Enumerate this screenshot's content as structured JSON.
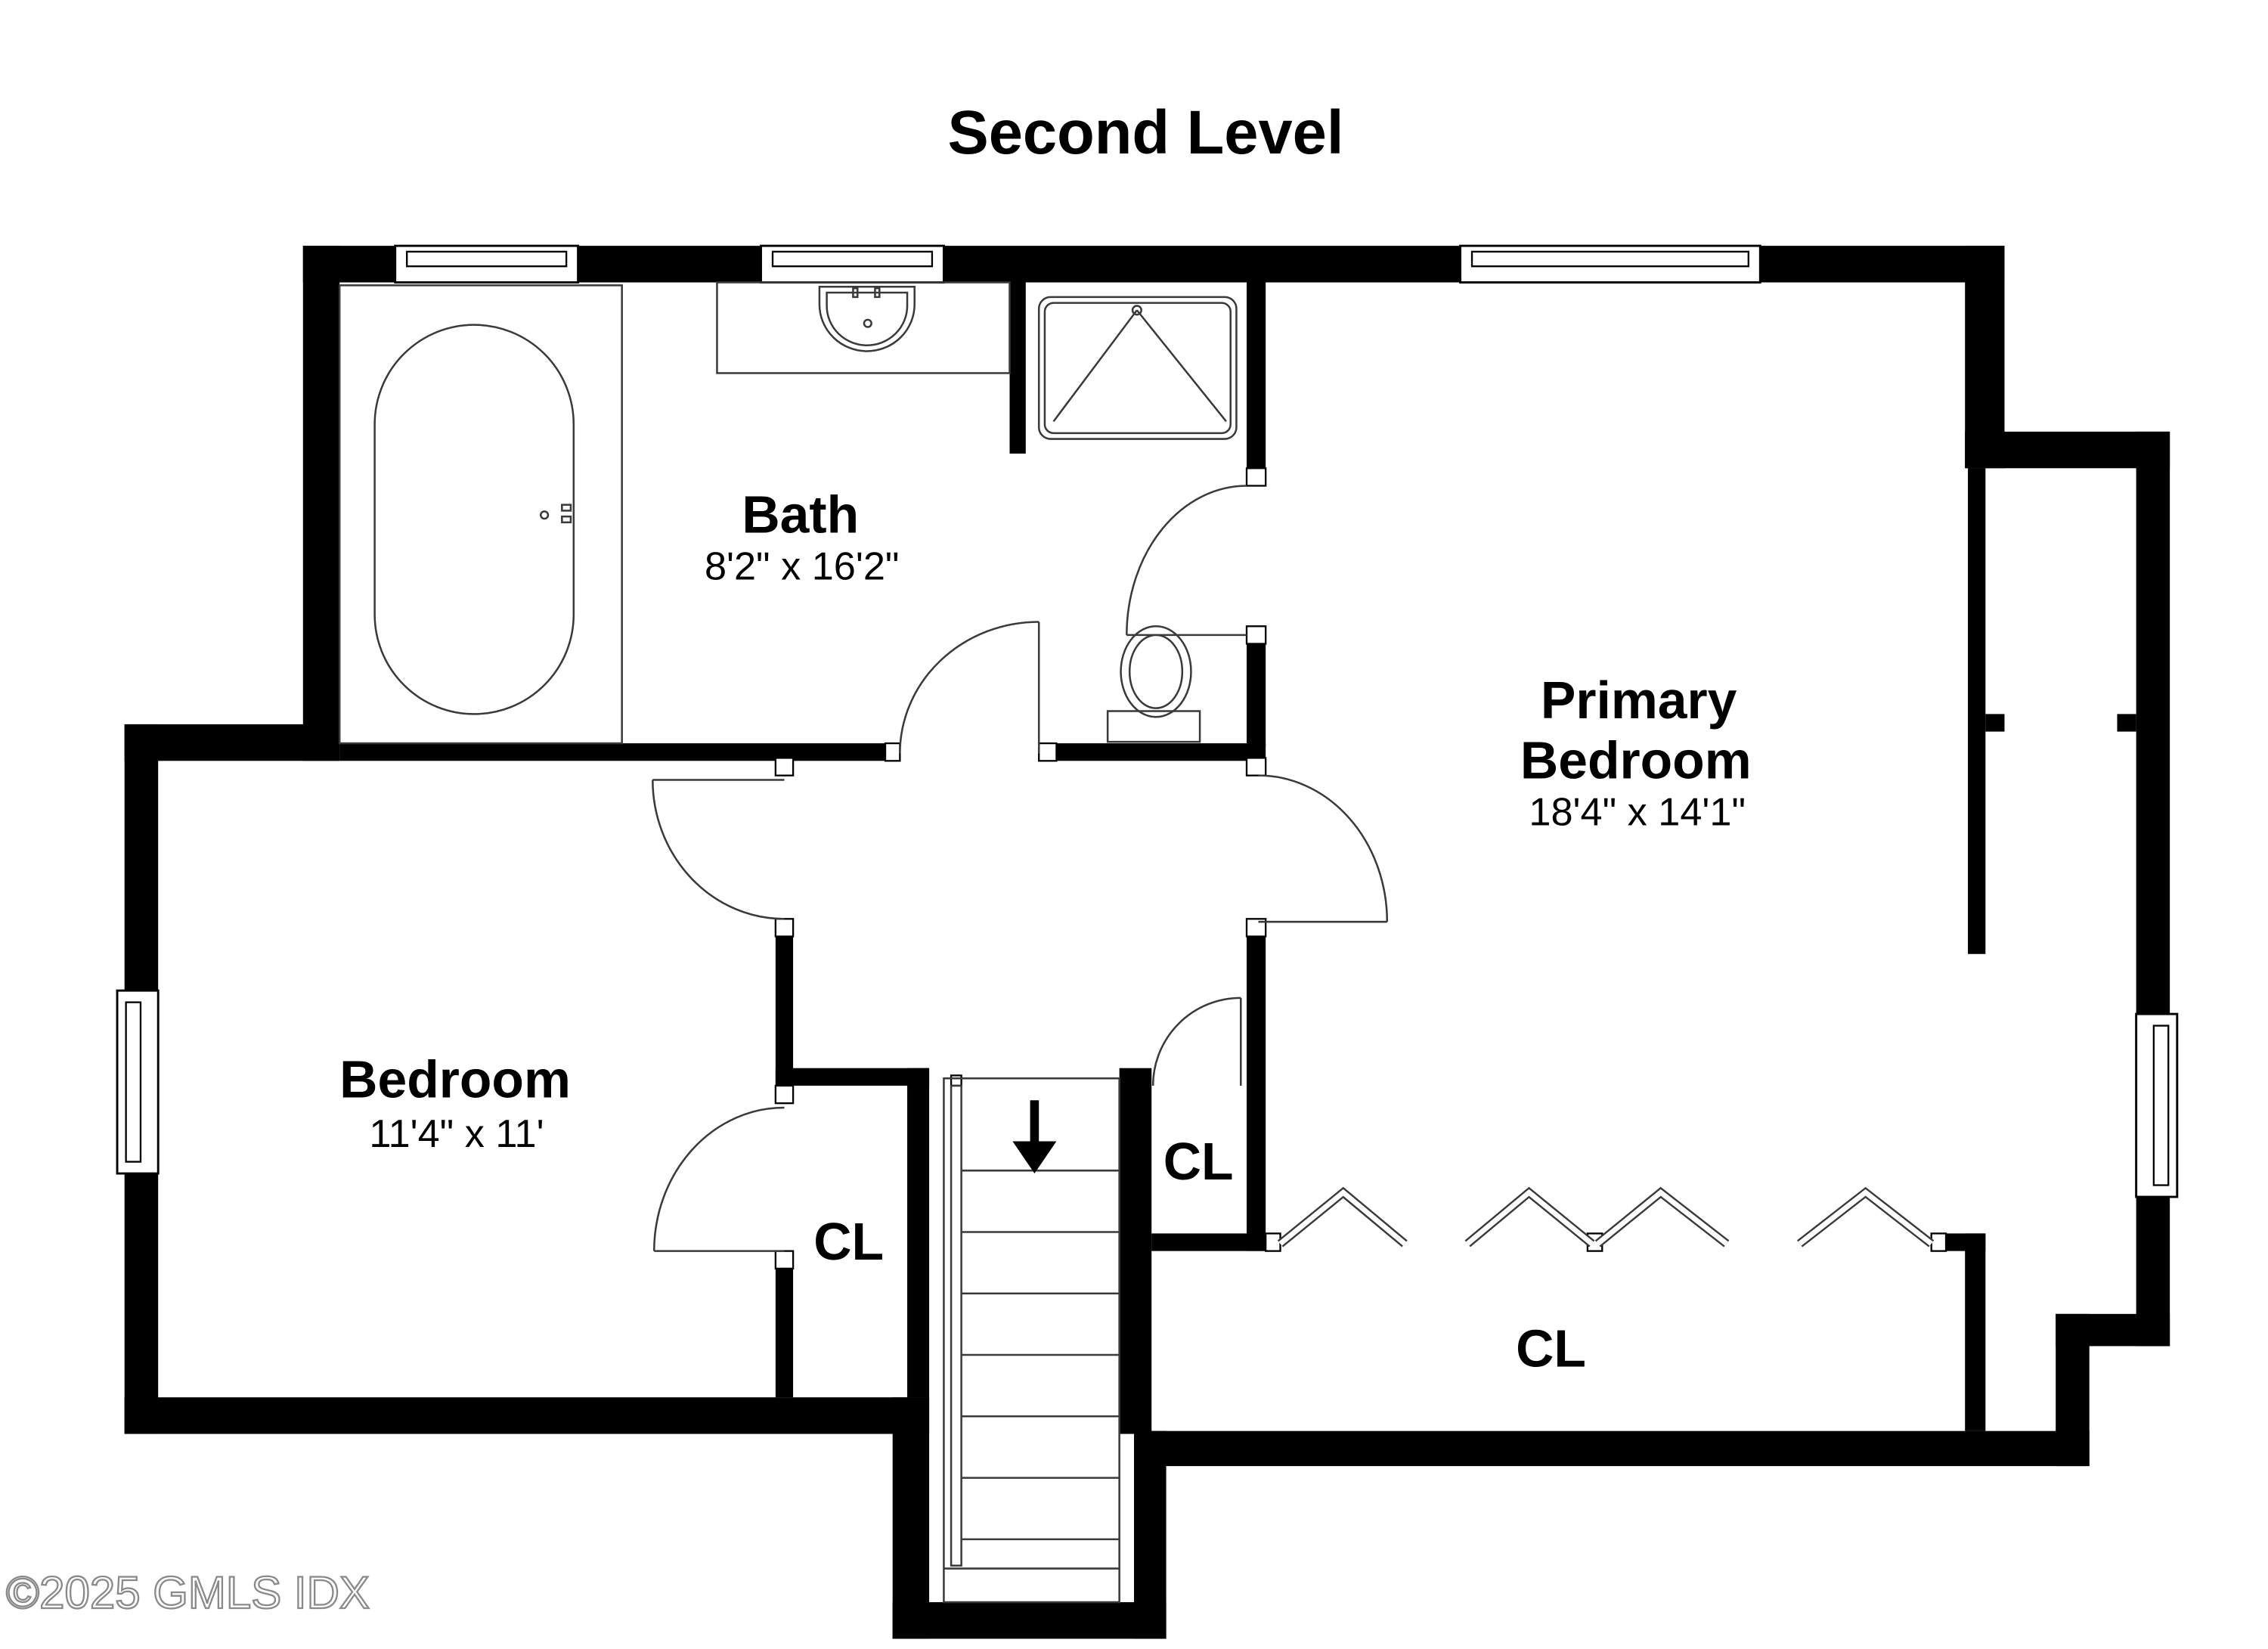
{
  "title": "Second Level",
  "rooms": {
    "bath": {
      "name": "Bath",
      "dimensions": "8'2\" x 16'2\""
    },
    "primary_bedroom": {
      "name_line1": "Primary",
      "name_line2": "Bedroom",
      "dimensions": "18'4\" x 14'1\""
    },
    "bedroom": {
      "name": "Bedroom",
      "dimensions": "11'4\" x 11'"
    },
    "closet_bedroom": {
      "name": "CL"
    },
    "closet_hall": {
      "name": "CL"
    },
    "closet_primary": {
      "name": "CL"
    }
  },
  "watermark": "©2025 GMLS IDX",
  "colors": {
    "wall": "#000000",
    "background": "#ffffff",
    "fixture_line": "#3a3a3a",
    "watermark_outline": "#8a8a8a"
  },
  "icons": {
    "stair_direction": "arrow-down-icon"
  }
}
